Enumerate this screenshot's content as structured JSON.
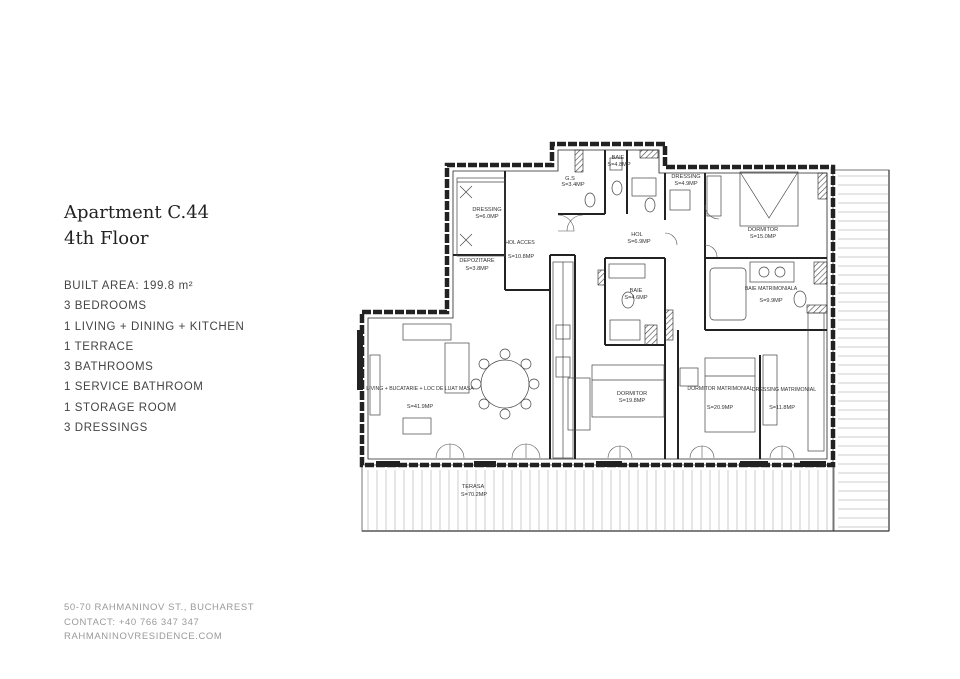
{
  "header": {
    "title": "Apartment C.44",
    "floor": "4th Floor"
  },
  "specs": {
    "built_area": "BUILT AREA: 199.8 m²",
    "items": [
      "3 BEDROOMS",
      "1 LIVING + DINING + KITCHEN",
      "1 TERRACE",
      "3 BATHROOMS",
      "1 SERVICE BATHROOM",
      "1 STORAGE ROOM",
      "3 DRESSINGS"
    ]
  },
  "contact": {
    "address": "50-70 RAHMANINOV ST., BUCHAREST",
    "phone": "CONTACT: +40 766 347 347",
    "website": "RAHMANINOVRESIDENCE.COM"
  },
  "plan": {
    "rooms": [
      {
        "name": "G.S",
        "area": "S=3.4MP"
      },
      {
        "name": "BAIE",
        "area": "S=4.8MP"
      },
      {
        "name": "DRESSING",
        "area": "S=4.9MP"
      },
      {
        "name": "DORMITOR",
        "area": "S=15.0MP"
      },
      {
        "name": "DRESSING",
        "area": "S=6.0MP"
      },
      {
        "name": "HOL ACCES",
        "area": "S=10.8MP"
      },
      {
        "name": "HOL",
        "area": "S=6.9MP"
      },
      {
        "name": "DEPOZITARE",
        "area": "S=3.8MP"
      },
      {
        "name": "BAIE MATRIMONIALA",
        "area": "S=9.9MP"
      },
      {
        "name": "BAIE",
        "area": "S=4.6MP"
      },
      {
        "name": "LIVING + BUCATARIE + LOC DE LUAT MASA",
        "area": "S=41.9MP"
      },
      {
        "name": "DORMITOR",
        "area": "S=19.8MP"
      },
      {
        "name": "DORMITOR MATRIMONIAL",
        "area": "S=20.9MP"
      },
      {
        "name": "DRESSING MATRIMONIAL",
        "area": "S=11.8MP"
      },
      {
        "name": "TERASA",
        "area": "S=70.2MP"
      }
    ]
  }
}
